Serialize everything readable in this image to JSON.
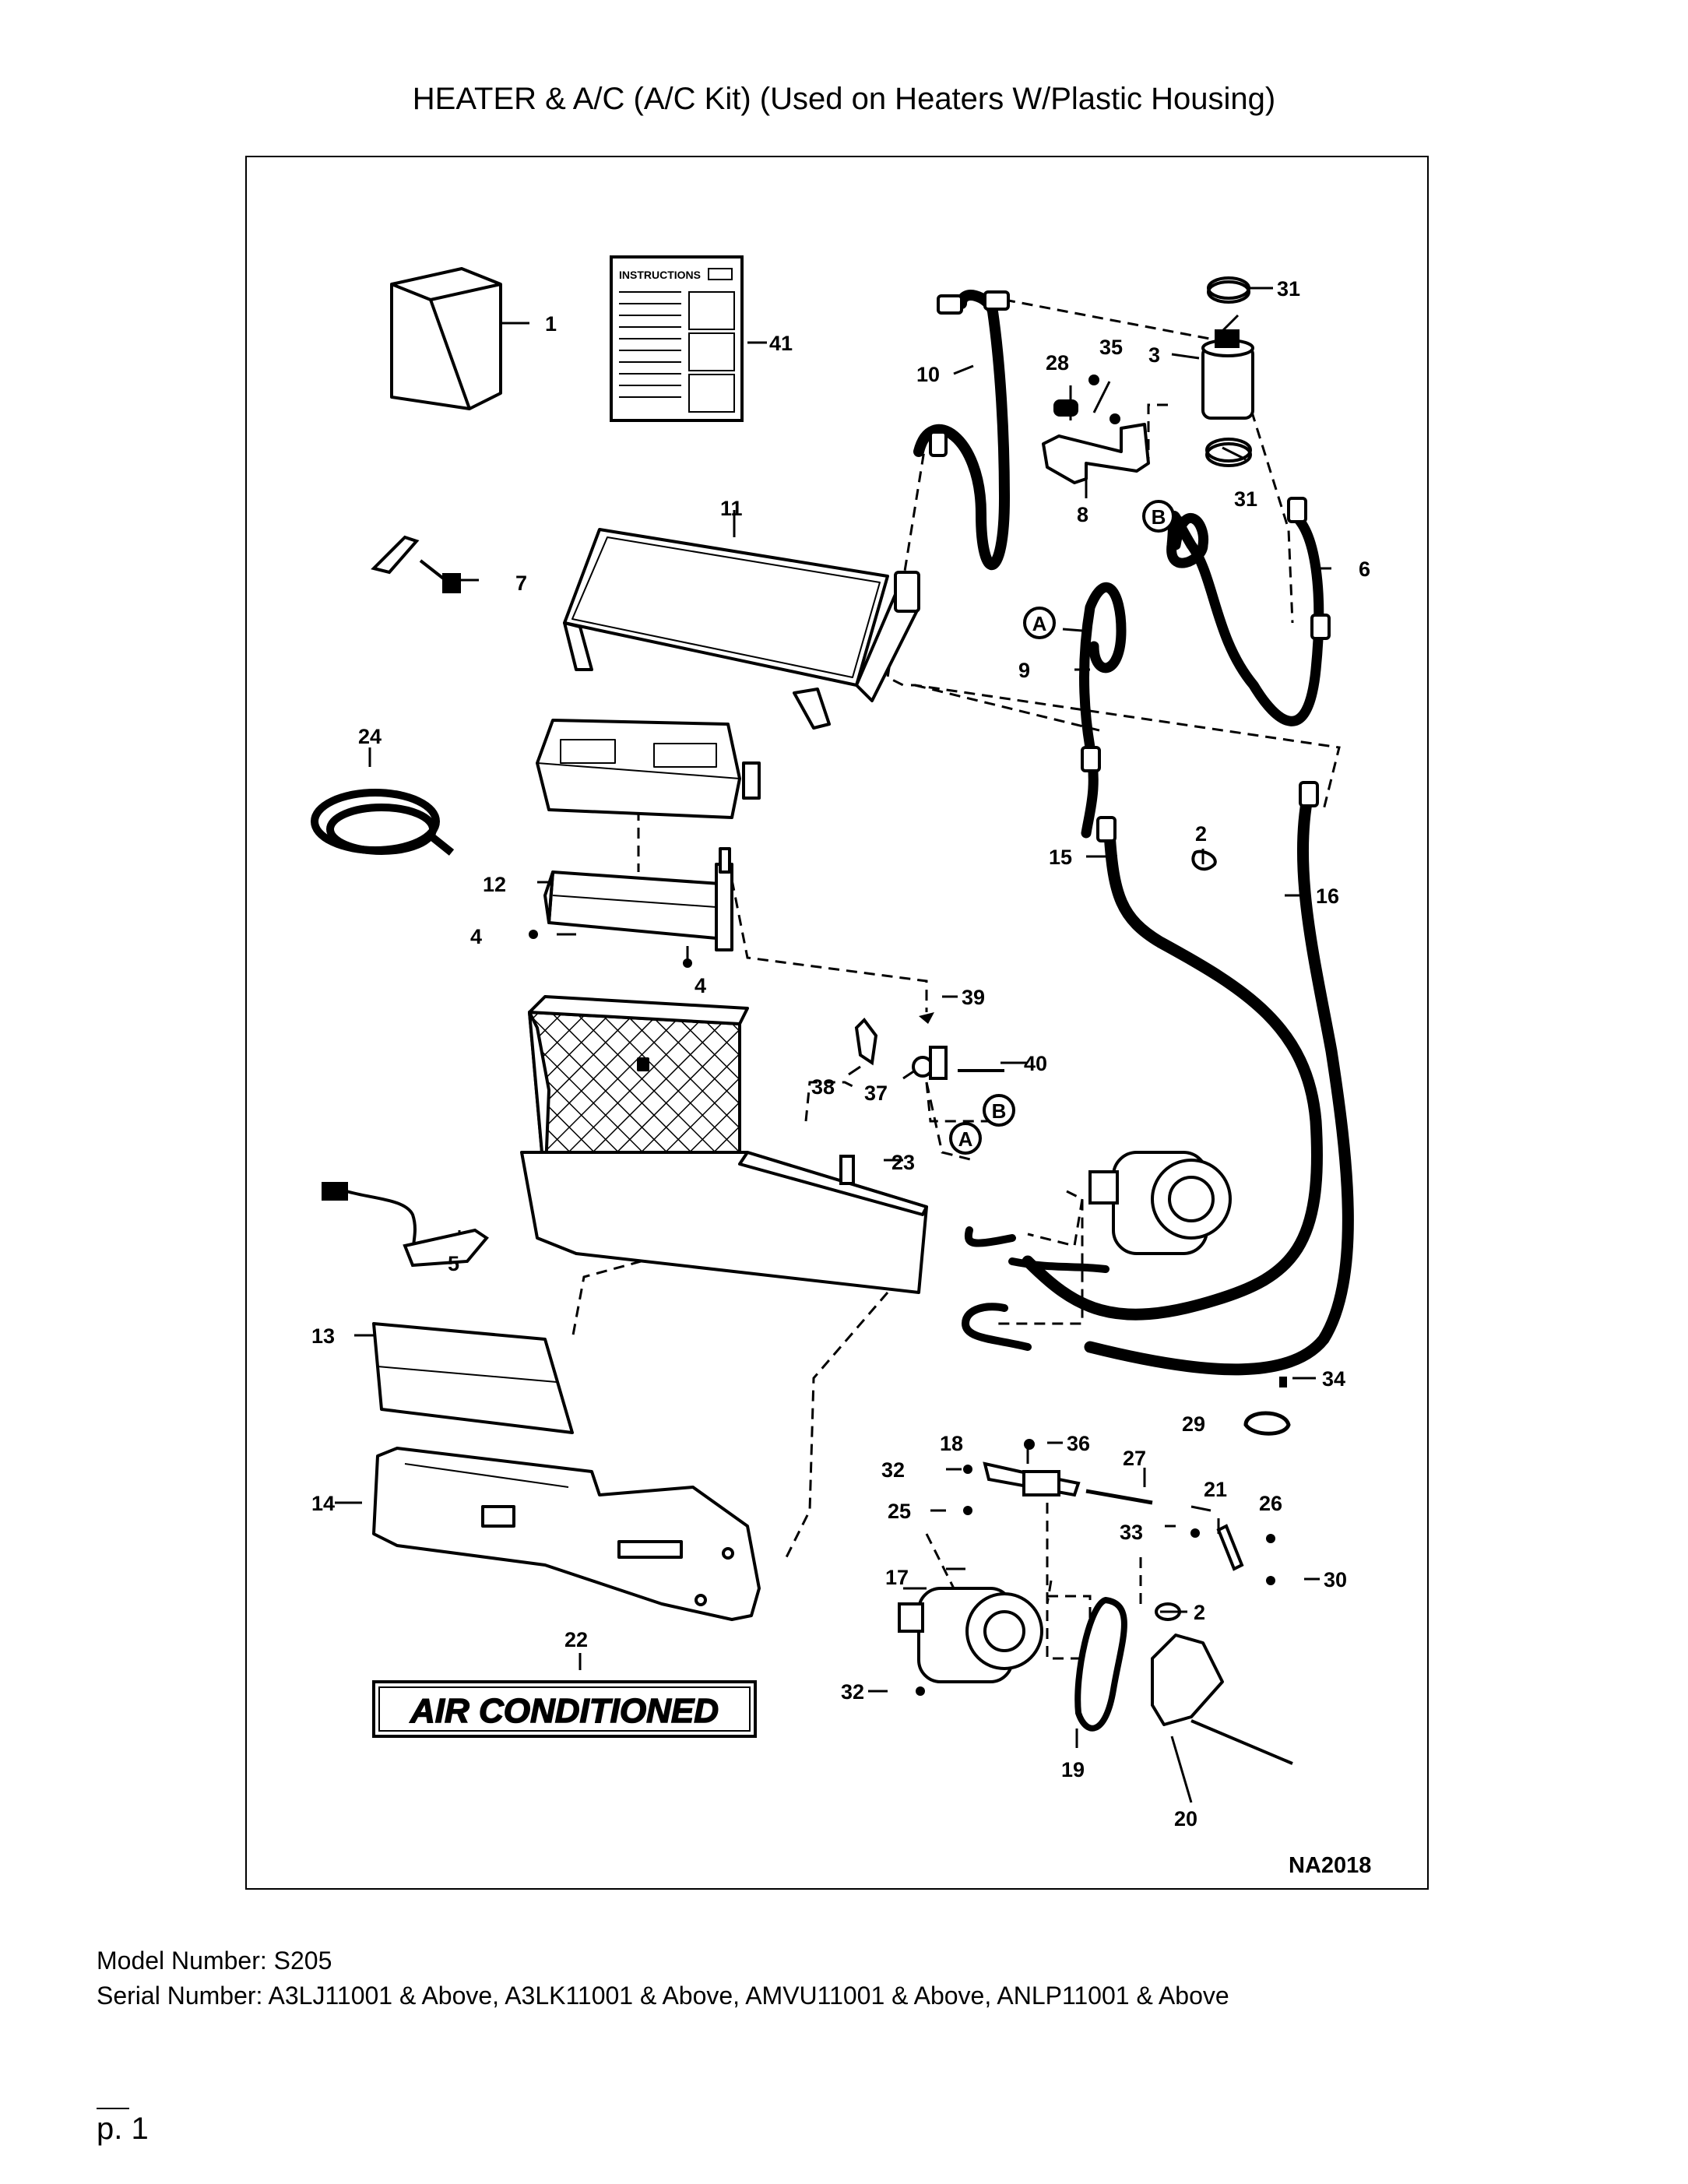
{
  "title": "HEATER & A/C (A/C Kit) (Used on Heaters W/Plastic Housing)",
  "diagram": {
    "drawing_id": "NA2018",
    "instructions_label": "INSTRUCTIONS",
    "decal_text": "AIR CONDITIONED",
    "connector_tags": [
      "A",
      "B"
    ],
    "callouts": [
      "1",
      "41",
      "31",
      "35",
      "28",
      "3",
      "10",
      "8",
      "31",
      "B",
      "6",
      "11",
      "7",
      "A",
      "9",
      "24",
      "2",
      "15",
      "16",
      "12",
      "4",
      "4",
      "39",
      "40",
      "38",
      "37",
      "B",
      "A",
      "23",
      "5",
      "13",
      "34",
      "29",
      "18",
      "36",
      "32",
      "27",
      "25",
      "21",
      "26",
      "33",
      "14",
      "30",
      "17",
      "2",
      "22",
      "32",
      "19",
      "20"
    ]
  },
  "footer": {
    "model_number": "Model Number: S205",
    "serial_number": "Serial Number: A3LJ11001 & Above, A3LK11001 & Above, AMVU11001 & Above, ANLP11001 & Above",
    "page": "p. 1"
  }
}
